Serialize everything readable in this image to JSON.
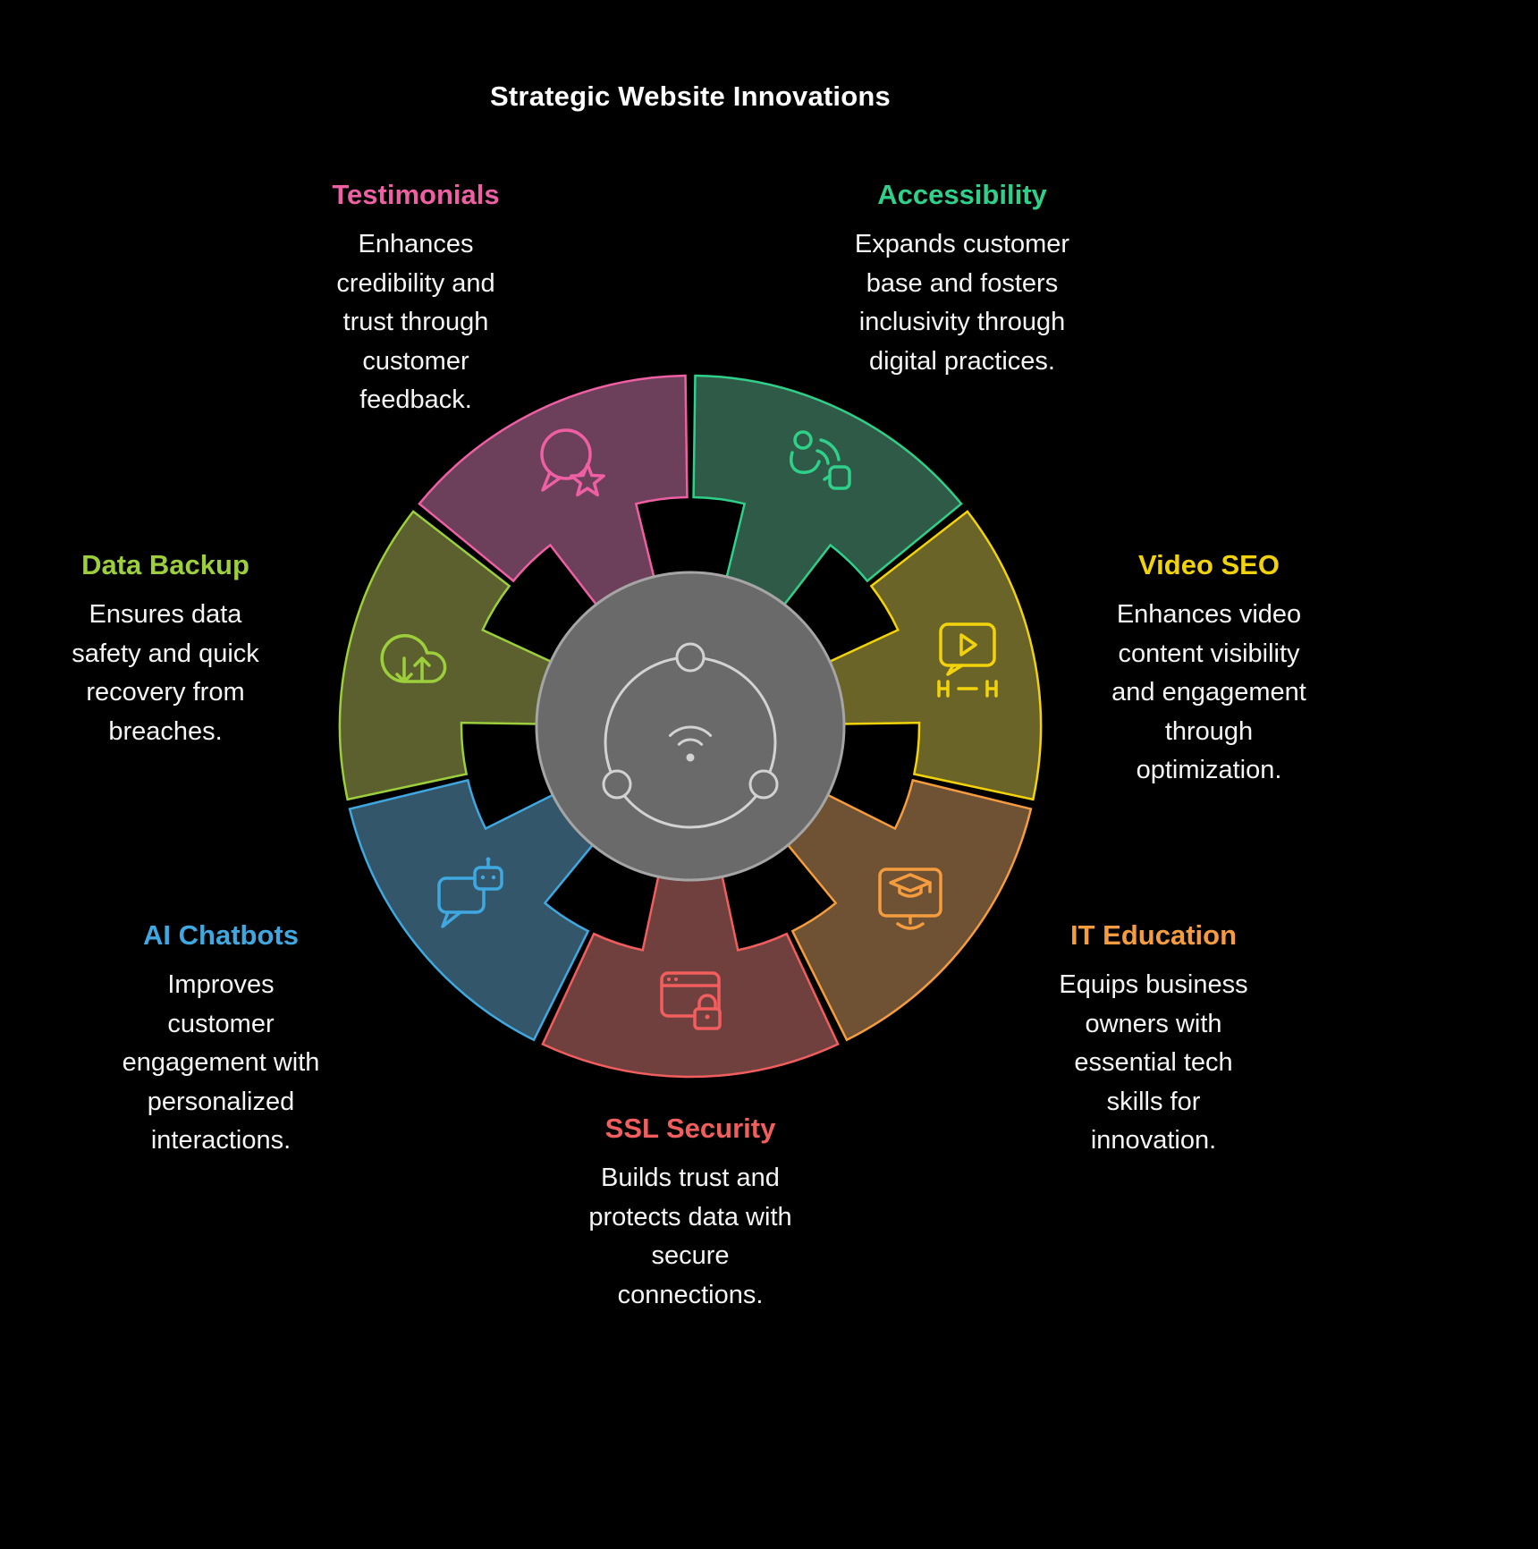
{
  "title": "Strategic Website Innovations",
  "theme": {
    "background": "#000000",
    "text_color": "#f5f5f5",
    "title_color": "#ffffff"
  },
  "center": {
    "icon": "network-hub-icon",
    "fill": "#6a6a6a",
    "stroke": "#a5a5a5",
    "icon_color": "#d2d2d2"
  },
  "sections": [
    {
      "id": "accessibility",
      "title": "Accessibility",
      "description": "Expands customer\nbase and fosters\ninclusivity through\ndigital practices.",
      "color": "#2fd08a",
      "fill": "#2f5a47",
      "icon": "accessibility-icon"
    },
    {
      "id": "video-seo",
      "title": "Video SEO",
      "description": "Enhances video\ncontent visibility\nand engagement\nthrough\noptimization.",
      "color": "#f2d30b",
      "fill": "#6a6428",
      "icon": "video-seo-icon"
    },
    {
      "id": "it-education",
      "title": "IT Education",
      "description": "Equips business\nowners with\nessential tech\nskills for\ninnovation.",
      "color": "#f59c3f",
      "fill": "#6f5233",
      "icon": "it-education-icon"
    },
    {
      "id": "ssl-security",
      "title": "SSL Security",
      "description": "Builds trust and\nprotects data with\nsecure\nconnections.",
      "color": "#f25e5e",
      "fill": "#6f403e",
      "icon": "ssl-security-icon"
    },
    {
      "id": "ai-chatbots",
      "title": "AI Chatbots",
      "description": "Improves\ncustomer\nengagement with\npersonalized\ninteractions.",
      "color": "#3fa8e0",
      "fill": "#34566a",
      "icon": "ai-chatbots-icon"
    },
    {
      "id": "data-backup",
      "title": "Data Backup",
      "description": "Ensures data\nsafety and quick\nrecovery from\nbreaches.",
      "color": "#9ccf3b",
      "fill": "#5c602e",
      "icon": "data-backup-icon"
    },
    {
      "id": "testimonials",
      "title": "Testimonials",
      "description": "Enhances\ncredibility and\ntrust through\ncustomer\nfeedback.",
      "color": "#ee5fa3",
      "fill": "#6c3f5a",
      "icon": "testimonials-icon"
    }
  ]
}
